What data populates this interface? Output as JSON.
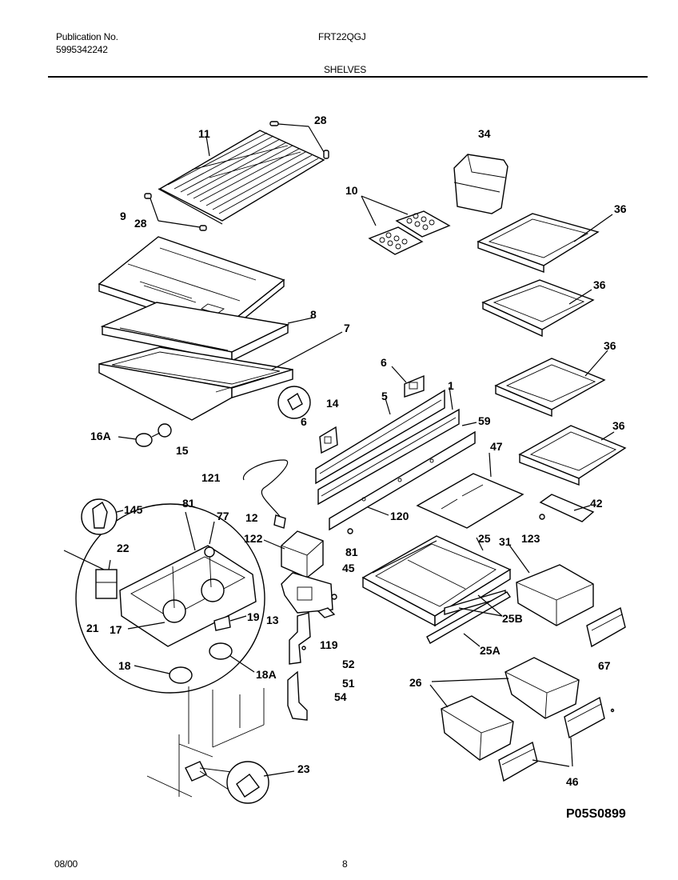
{
  "header": {
    "publication_label": "Publication No.",
    "publication_number": "5995342242",
    "model": "FRT22QGJ",
    "section": "SHELVES"
  },
  "footer": {
    "date": "08/00",
    "page": "8",
    "drawing_code": "P05S0899"
  },
  "callouts": {
    "c11": "11",
    "c28a": "28",
    "c28b": "28",
    "c34": "34",
    "c10": "10",
    "c9": "9",
    "c36a": "36",
    "c36b": "36",
    "c36c": "36",
    "c36d": "36",
    "c8": "8",
    "c7": "7",
    "c6a": "6",
    "c6b": "6",
    "c5": "5",
    "c1": "1",
    "c14": "14",
    "c59": "59",
    "c16a": "16A",
    "c15": "15",
    "c47": "47",
    "c121": "121",
    "c42": "42",
    "c145": "145",
    "c81a": "81",
    "c77": "77",
    "c12": "12",
    "c120": "120",
    "c123": "123",
    "c122": "122",
    "c22": "22",
    "c81b": "81",
    "c25": "25",
    "c31": "31",
    "c45": "45",
    "c19": "19",
    "c13": "13",
    "c25b": "25B",
    "c21": "21",
    "c17": "17",
    "c119": "119",
    "c25a": "25A",
    "c67": "67",
    "c52": "52",
    "c18": "18",
    "c18a": "18A",
    "c51": "51",
    "c26": "26",
    "c54": "54",
    "c23": "23",
    "c46": "46"
  }
}
